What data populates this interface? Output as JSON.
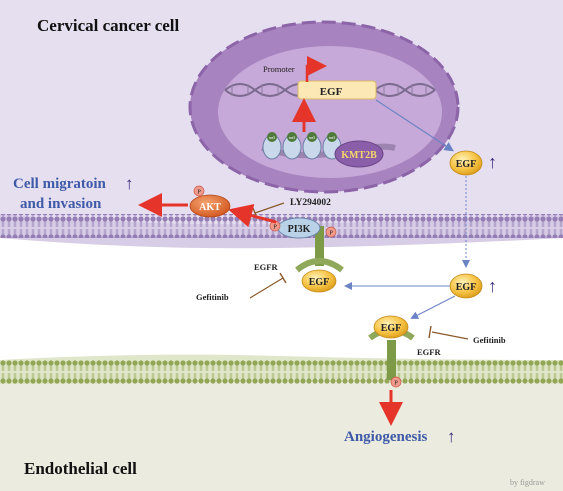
{
  "titles": {
    "cervical": "Cervical cancer cell",
    "endothelial": "Endothelial cell"
  },
  "nucleus": {
    "promoter": "Promoter",
    "gene": "EGF",
    "enzyme": "KMT2B",
    "histone_mark": "me3"
  },
  "outcomes": {
    "migration_line1": "Cell migratoin",
    "migration_line2": "and invasion",
    "angiogenesis": "Angiogenesis",
    "up_arrow": "↑"
  },
  "proteins": {
    "akt": "AKT",
    "pi3k": "PI3K",
    "egf": "EGF",
    "phospho": "P"
  },
  "receptors": {
    "egfr": "EGFR"
  },
  "inhibitors": {
    "ly": "LY294002",
    "gefitinib": "Gefitinib"
  },
  "watermark": "by figdraw",
  "colors": {
    "cancer_bg": "#e6dff0",
    "endo_bg": "#ebebdf",
    "nucleus_outer": "#a783bf",
    "nucleus_inner": "#c6a9d8",
    "membrane": "#8a70a8",
    "endo_membrane": "#8aa04a",
    "egf_fill": "#f6c243",
    "akt_fill": "#e06c2e",
    "pi3k_fill": "#b9d2e8",
    "receptor": "#8fa85a",
    "arrow_red": "#e5352a",
    "arrow_blue": "#6b84c4",
    "text_blue": "#3e5aa8"
  }
}
